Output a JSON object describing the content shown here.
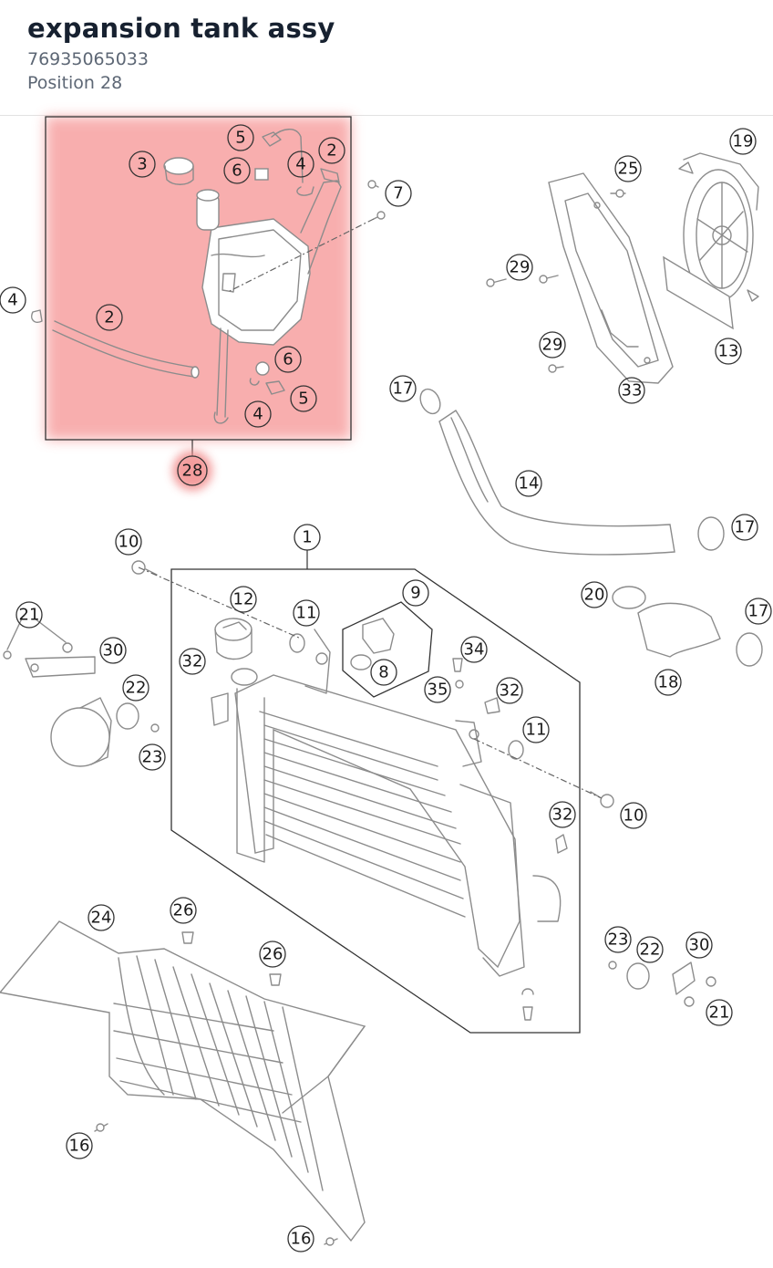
{
  "header": {
    "title": "expansion tank assy",
    "part_number": "76935065033",
    "position_label": "Position 28"
  },
  "highlight": {
    "color": "#f7a1a1",
    "callout_number": "28"
  },
  "callouts": {
    "c1": "1",
    "c2": "2",
    "c3": "3",
    "c4": "4",
    "c5": "5",
    "c6": "6",
    "c7": "7",
    "c8": "8",
    "c9": "9",
    "c10": "10",
    "c11": "11",
    "c12": "12",
    "c13": "13",
    "c14": "14",
    "c16": "16",
    "c17": "17",
    "c18": "18",
    "c19": "19",
    "c20": "20",
    "c21": "21",
    "c22": "22",
    "c23": "23",
    "c24": "24",
    "c25": "25",
    "c26": "26",
    "c28": "28",
    "c29": "29",
    "c30": "30",
    "c32": "32",
    "c33": "33",
    "c34": "34",
    "c35": "35"
  },
  "icons": {
    "radiator": "radiator-icon",
    "fan": "fan-icon",
    "expansion_tank": "expansion-tank-icon",
    "radiator_cover": "radiator-cover-icon",
    "hose": "coolant-hose-icon",
    "horn": "horn-icon"
  }
}
